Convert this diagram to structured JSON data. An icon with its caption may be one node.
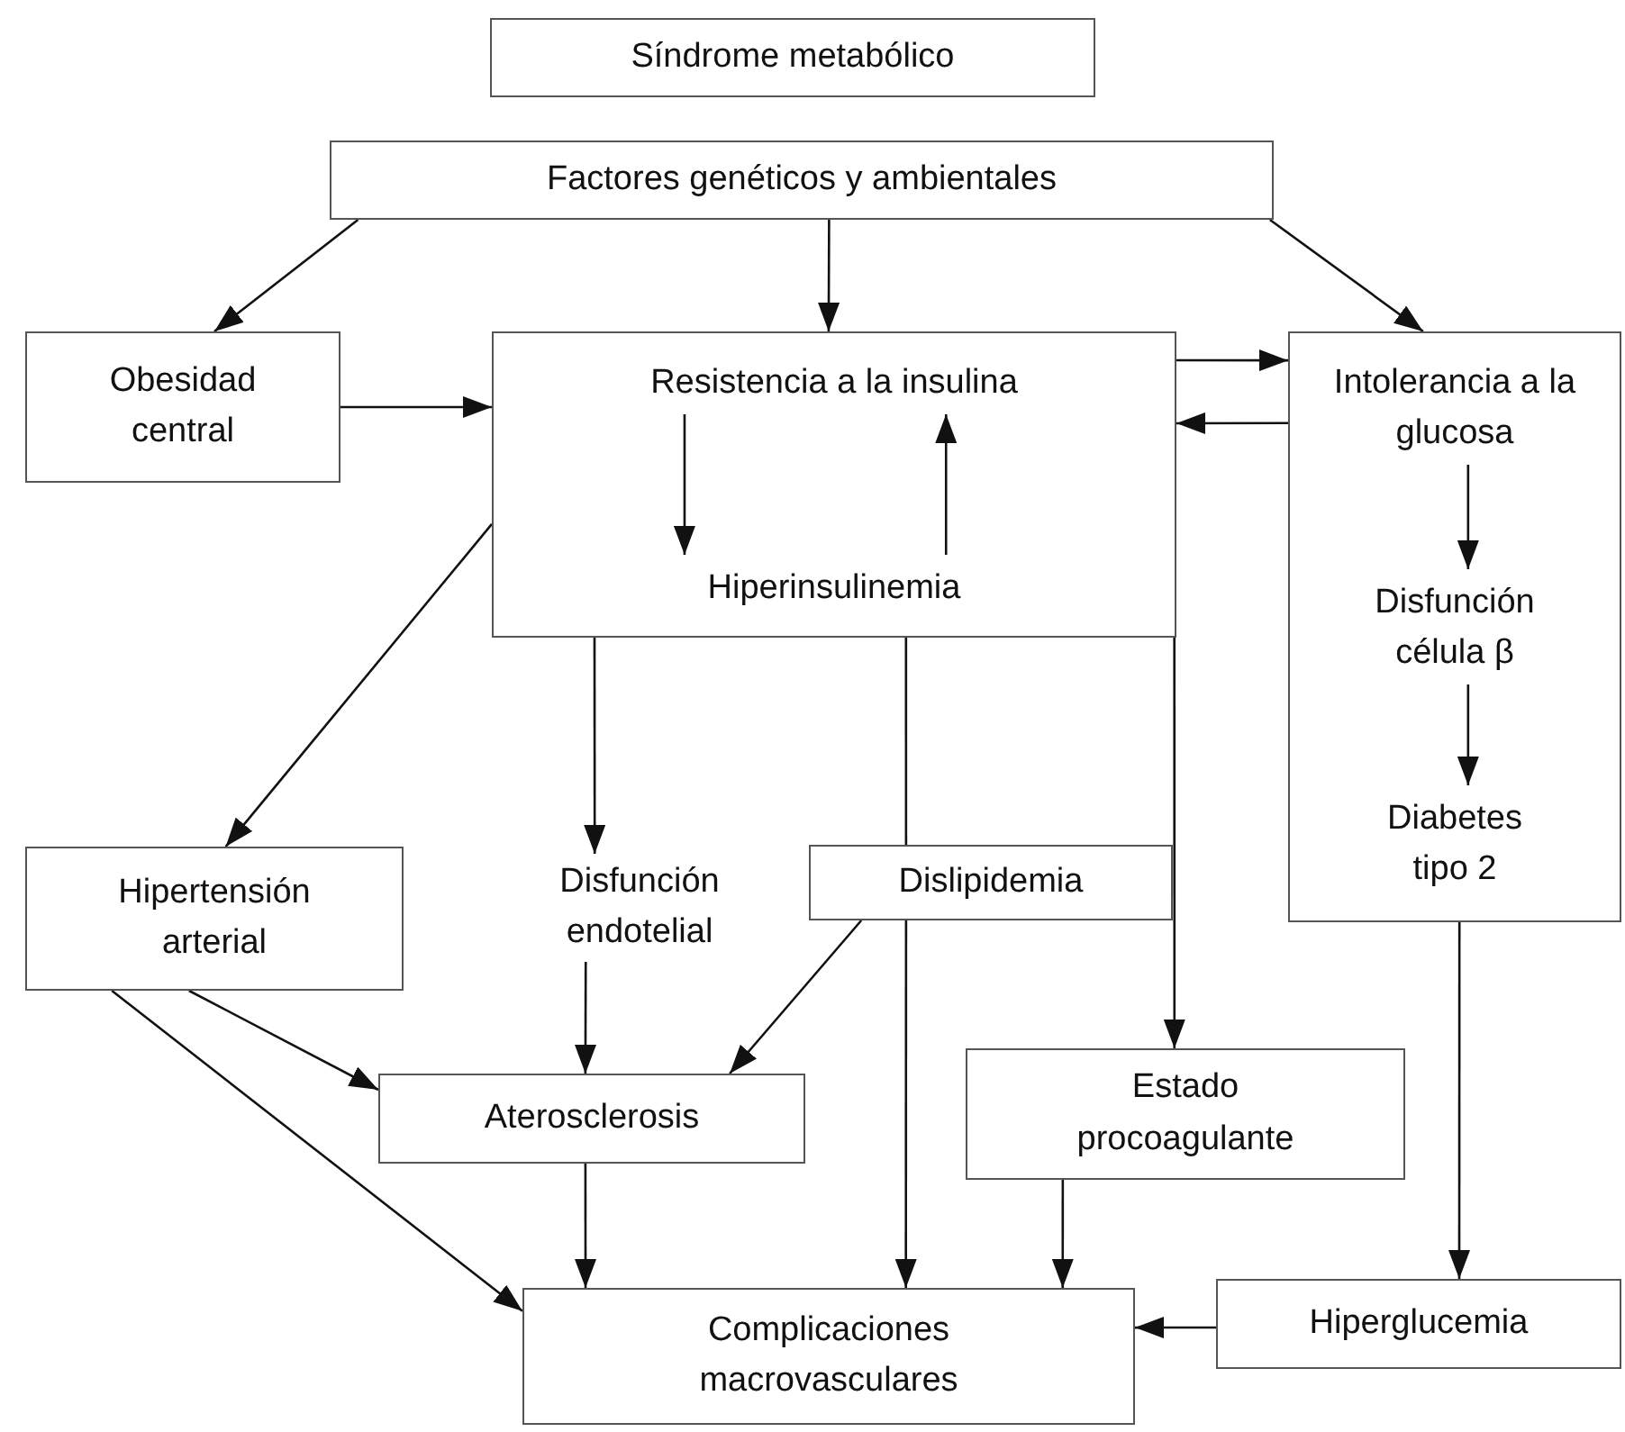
{
  "diagram": {
    "nodes": [
      {
        "text": [
          "Síndrome metabólico"
        ]
      },
      {
        "text": [
          "Factores genéticos y ambientales"
        ]
      },
      {
        "text": [
          "Obesidad central"
        ]
      },
      {
        "text": [],
        "shape": "box"
      },
      {
        "text": [
          "Resistencia a la insulina"
        ],
        "in": 3
      },
      {
        "text": [
          "Hiperinsulinemia"
        ],
        "in": 3
      },
      {
        "text": [],
        "shape": "box"
      },
      {
        "text": [
          "Intolerancia a la glucosa"
        ],
        "in": 6
      },
      {
        "text": [
          "Disfunción célula β"
        ],
        "in": 6
      },
      {
        "text": [
          "Diabetes tipo 2"
        ],
        "in": 6
      },
      {
        "text": [
          "Hipertensión arterial"
        ]
      },
      {
        "text": [
          "Disfunción endotelial"
        ]
      },
      {
        "text": [
          "Dislipidemia"
        ]
      },
      {
        "text": [
          "Aterosclerosis"
        ]
      },
      {
        "text": [
          "Estado procoagulante"
        ]
      },
      {
        "text": [
          "Complicaciones macrovasculares"
        ]
      },
      {
        "text": [
          "Hiperglucemia"
        ]
      }
    ],
    "edges": [
      {
        "from": 1,
        "to": 2,
        "arrow": "to"
      },
      {
        "from": 1,
        "to": 3,
        "arrow": "to"
      },
      {
        "from": 1,
        "to": 6,
        "arrow": "to"
      },
      {
        "from": 2,
        "to": 3,
        "arrow": "to"
      },
      {
        "from": 3,
        "to": 6,
        "arrow": "to"
      },
      {
        "from": 6,
        "to": 3,
        "arrow": "to"
      },
      {
        "from": 4,
        "to": 5,
        "arrow": "to"
      },
      {
        "from": 5,
        "to": 4,
        "arrow": "to"
      },
      {
        "from": 7,
        "to": 8,
        "arrow": "to"
      },
      {
        "from": 8,
        "to": 9,
        "arrow": "to"
      },
      {
        "from": 3,
        "to": 10,
        "arrow": "to"
      },
      {
        "from": 3,
        "to": 11,
        "arrow": "to"
      },
      {
        "from": 3,
        "to": 12,
        "arrow": "none"
      },
      {
        "from": 12,
        "to": 15,
        "arrow": "to"
      },
      {
        "from": 3,
        "to": 14,
        "arrow": "to"
      },
      {
        "from": 6,
        "to": 16,
        "arrow": "to"
      },
      {
        "from": 10,
        "to": 13,
        "arrow": "to"
      },
      {
        "from": 10,
        "to": 15,
        "arrow": "to"
      },
      {
        "from": 11,
        "to": 13,
        "arrow": "to"
      },
      {
        "from": 12,
        "to": 13,
        "arrow": "to"
      },
      {
        "from": 13,
        "to": 15,
        "arrow": "to"
      },
      {
        "from": 14,
        "to": 15,
        "arrow": "to"
      },
      {
        "from": 16,
        "to": 15,
        "arrow": "to"
      }
    ]
  }
}
